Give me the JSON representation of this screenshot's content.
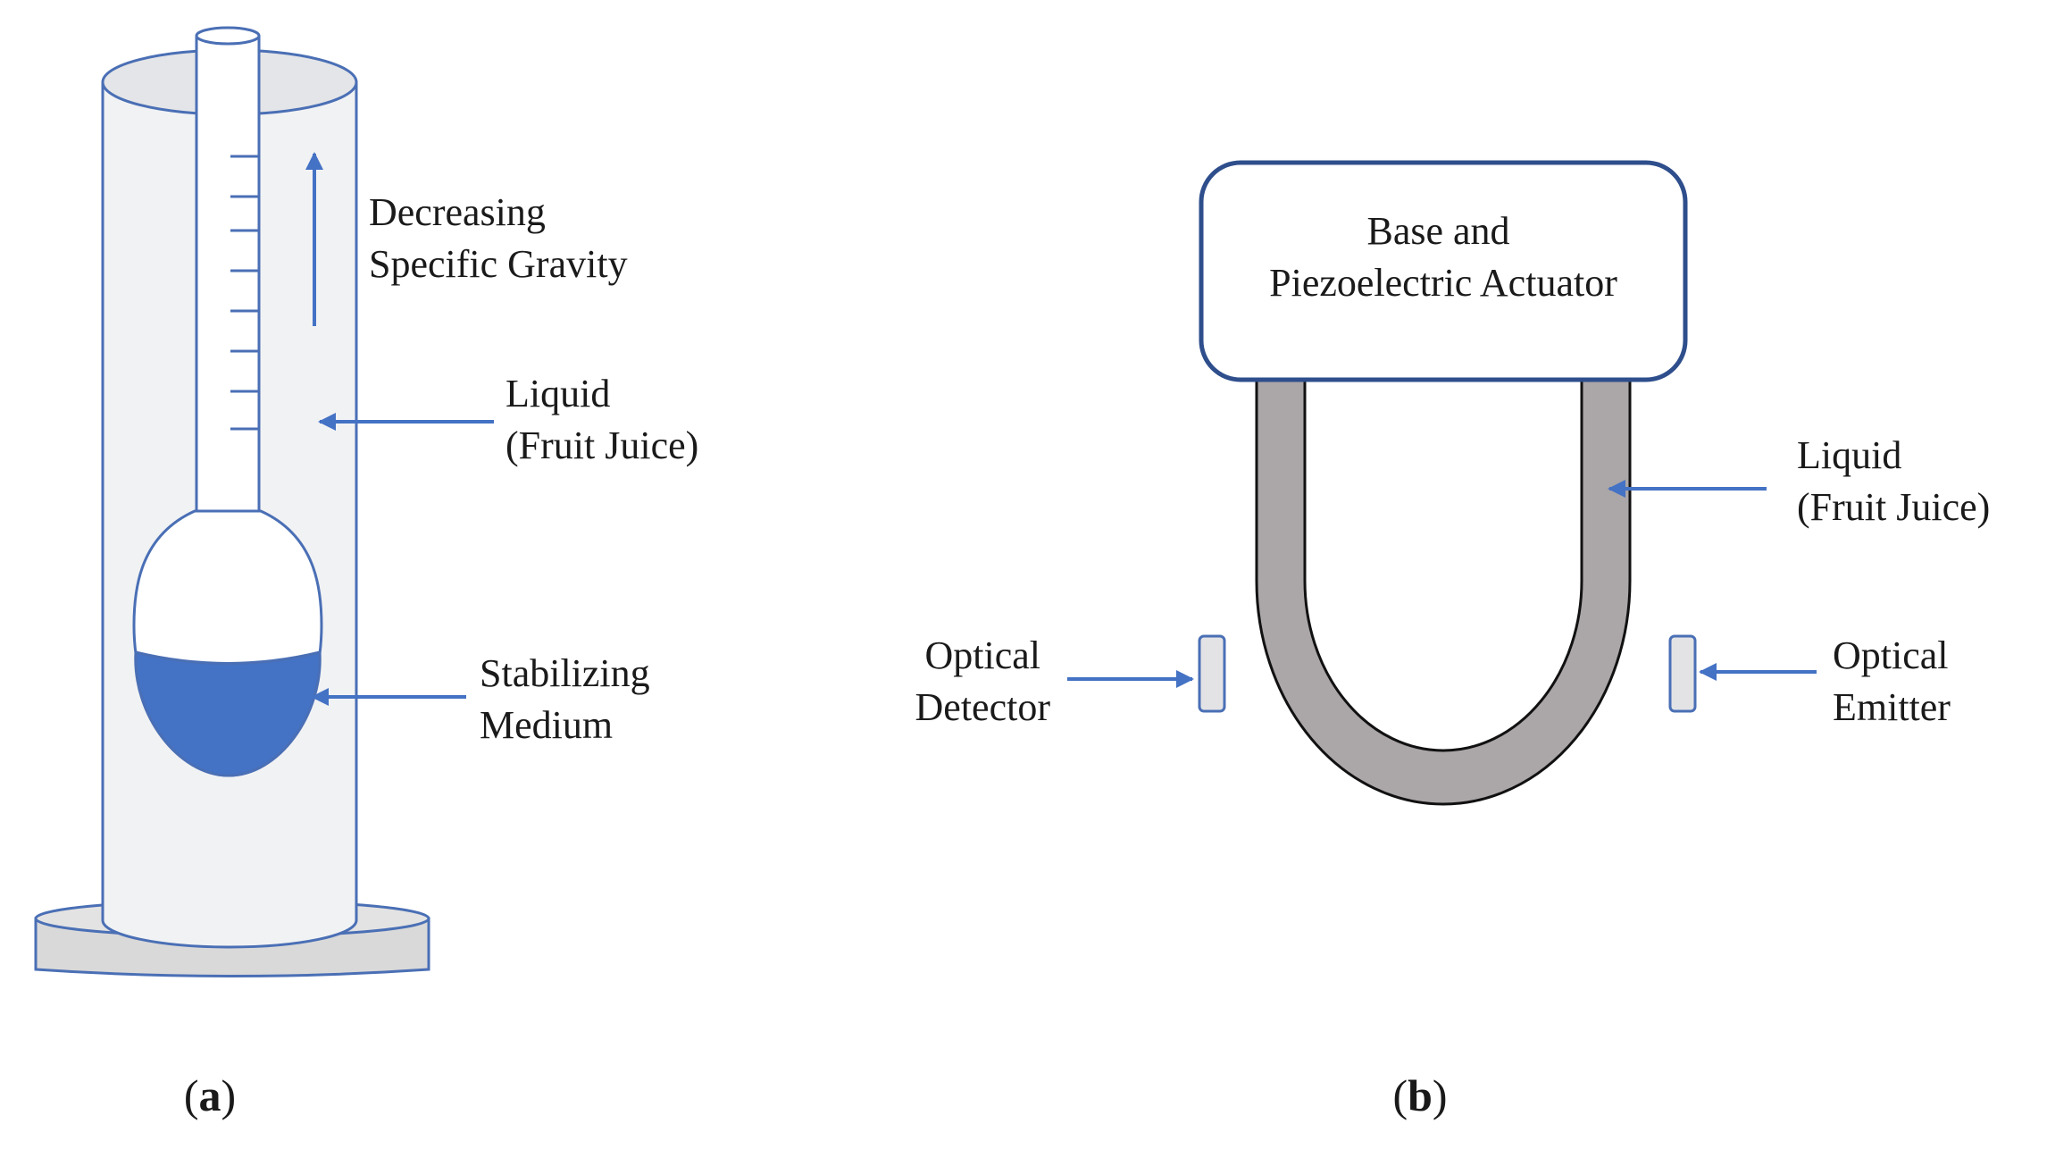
{
  "panel_a": {
    "annotations": {
      "decreasing_sg": [
        "Decreasing",
        "Specific Gravity"
      ],
      "liquid": [
        "Liquid",
        "(Fruit Juice)"
      ],
      "stabilizing": [
        "Stabilizing",
        "Medium"
      ]
    },
    "panel_label": "a"
  },
  "panel_b": {
    "base_box": [
      "Base and",
      "Piezoelectric Actuator"
    ],
    "annotations": {
      "liquid": [
        "Liquid",
        "(Fruit Juice)"
      ],
      "detector": [
        "Optical",
        "Detector"
      ],
      "emitter": [
        "Optical",
        "Emitter"
      ]
    },
    "panel_label": "b"
  },
  "colors": {
    "arrow": "#4472c4",
    "outline": "#4a6fb5",
    "cylinder_fill": "#f1f2f4",
    "base_fill": "#d9d9d9",
    "medium_fill": "#4472c4",
    "tube_fill": "#aba6a8",
    "box_stroke": "#2e4e8c",
    "sensor_fill": "#e3e3e6"
  }
}
